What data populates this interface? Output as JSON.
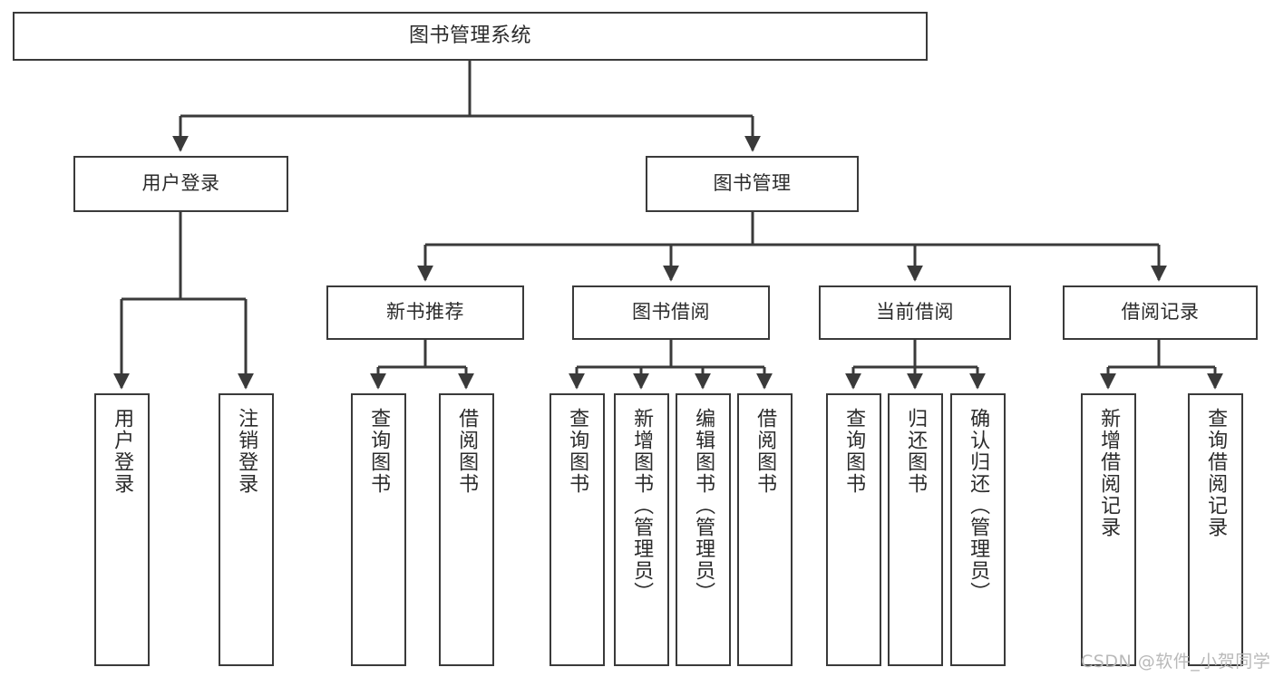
{
  "diagram": {
    "type": "tree-hierarchy-chart",
    "title": "图书管理系统",
    "background_color": "#ffffff",
    "line_color": "#3a3a3a",
    "text_color": "#2b2b2b",
    "root": {
      "label": "图书管理系统"
    },
    "level2": [
      {
        "label": "用户登录"
      },
      {
        "label": "图书管理"
      }
    ],
    "level3": [
      {
        "label": "新书推荐",
        "parent": "图书管理"
      },
      {
        "label": "图书借阅",
        "parent": "图书管理"
      },
      {
        "label": "当前借阅",
        "parent": "图书管理"
      },
      {
        "label": "借阅记录",
        "parent": "图书管理"
      }
    ],
    "leaves": {
      "user_login": [
        {
          "label": "用户登录"
        },
        {
          "label": "注销登录"
        }
      ],
      "new_book_recommend": [
        {
          "label": "查询图书"
        },
        {
          "label": "借阅图书"
        }
      ],
      "book_borrow": [
        {
          "label": "查询图书"
        },
        {
          "label": "新增图书（管理员）"
        },
        {
          "label": "编辑图书（管理员）"
        },
        {
          "label": "借阅图书"
        }
      ],
      "current_borrow": [
        {
          "label": "查询图书"
        },
        {
          "label": "归还图书"
        },
        {
          "label": "确认归还（管理员）"
        }
      ],
      "borrow_record": [
        {
          "label": "新增借阅记录"
        },
        {
          "label": "查询借阅记录"
        }
      ]
    }
  },
  "watermark": {
    "text": "CSDN @软件_小贺同学"
  }
}
